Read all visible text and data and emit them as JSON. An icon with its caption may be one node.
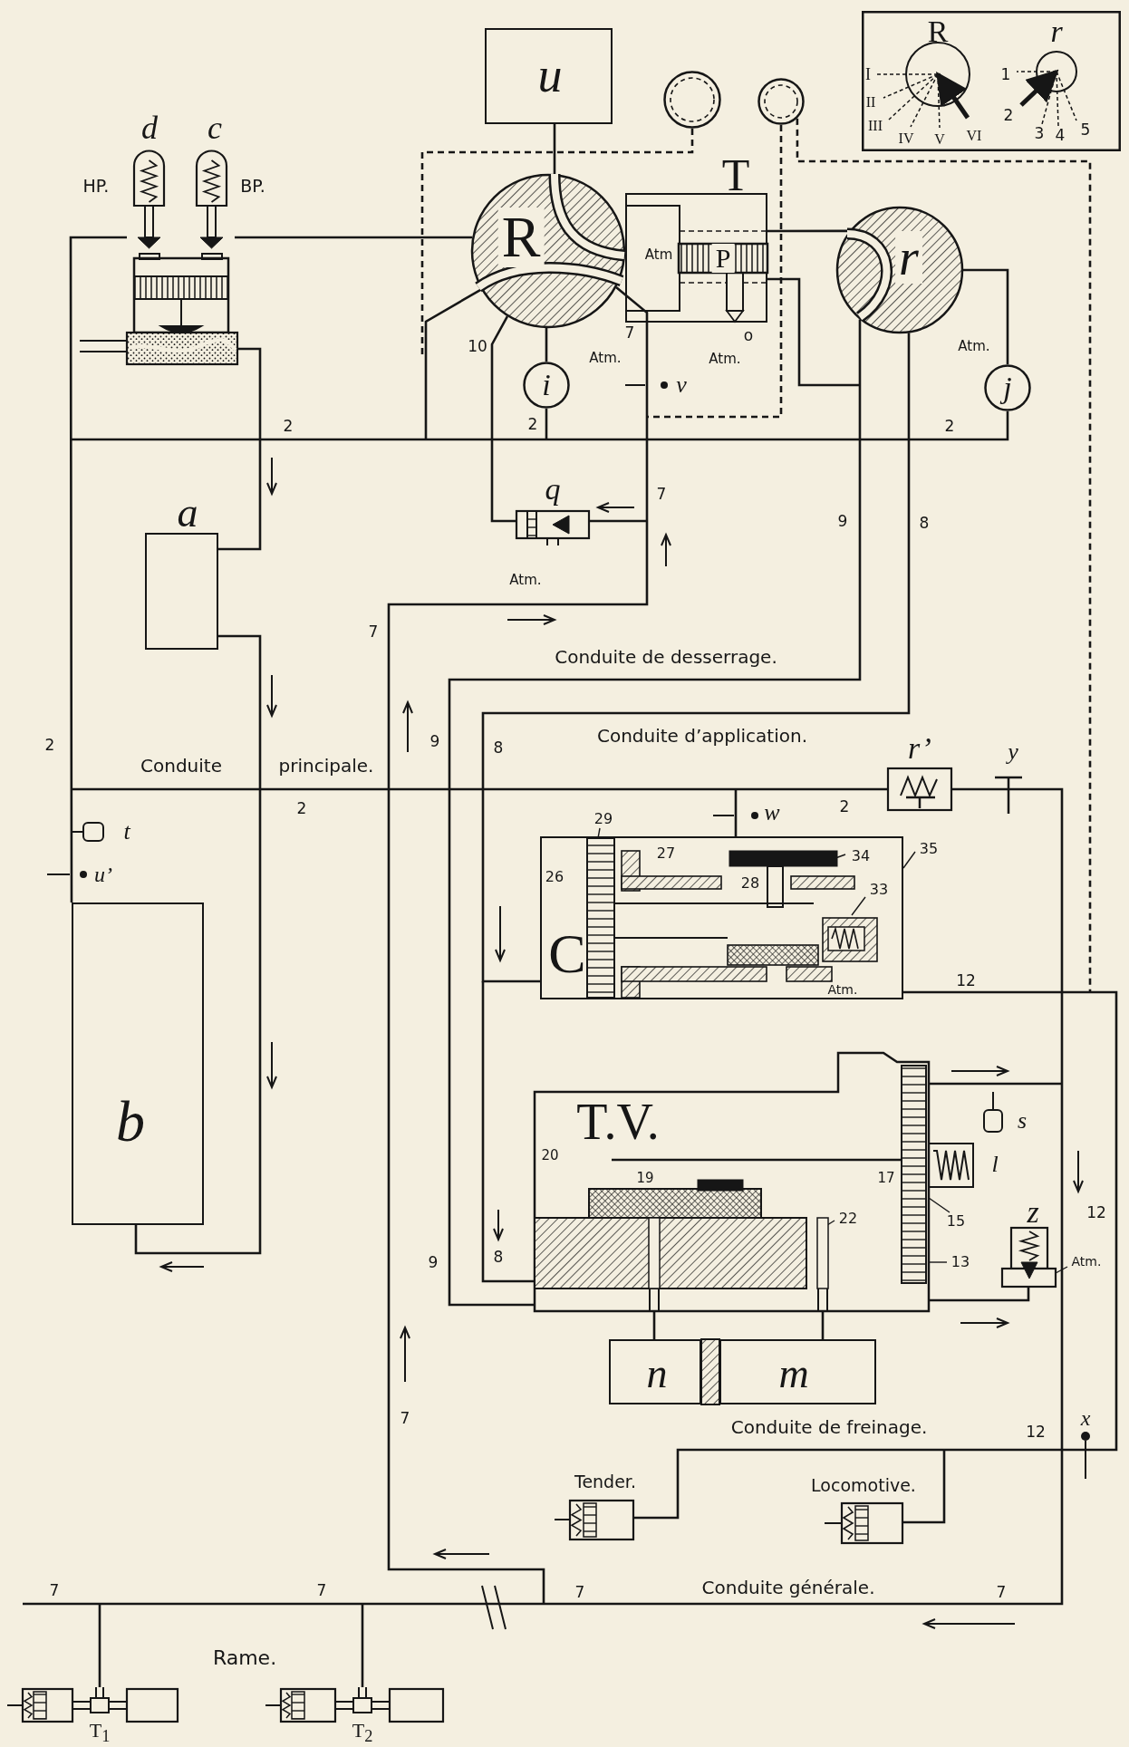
{
  "diagram": {
    "nodes": [
      {
        "text": [],
        "shape": "box"
      },
      {
        "text": [
          "R"
        ],
        "in": 0
      },
      {
        "text": [
          "r"
        ],
        "in": 0
      },
      {
        "text": [
          "u"
        ]
      },
      {
        "text": [],
        "shape": "circle"
      },
      {
        "text": [],
        "shape": "circle"
      },
      {
        "text": [
          "d"
        ],
        "beside": [
          "HP."
        ]
      },
      {
        "text": [
          "c"
        ],
        "beside": [
          "BP."
        ]
      },
      {
        "text": [],
        "shape": "box"
      },
      {
        "text": [
          "R"
        ]
      },
      {
        "text": [
          "T"
        ]
      },
      {
        "text": [
          "P"
        ],
        "in": 10
      },
      {
        "text": [
          "r"
        ]
      },
      {
        "text": [
          "i"
        ]
      },
      {
        "text": [
          "j"
        ]
      },
      {
        "text": [
          "q"
        ]
      },
      {
        "text": [
          "a"
        ]
      },
      {
        "text": [
          "b"
        ]
      },
      {
        "text": [
          "r’"
        ]
      },
      {
        "text": [
          "C"
        ]
      },
      {
        "text": [
          "T.V."
        ]
      },
      {
        "text": [
          "n"
        ]
      },
      {
        "text": [
          "m"
        ]
      },
      {
        "text": [
          "z"
        ]
      },
      {
        "text": [
          "Tender."
        ]
      },
      {
        "text": [
          "Locomotive."
        ]
      },
      {
        "text": [
          "T$_{1}$"
        ]
      },
      {
        "text": [
          "T$_{2}$"
        ]
      },
      {
        "text": [
          "29"
        ]
      },
      {
        "text": [
          "34"
        ],
        "in": 19
      },
      {
        "text": [
          "35"
        ]
      },
      {
        "text": [
          "33"
        ],
        "in": 19
      },
      {
        "text": [
          "22"
        ],
        "in": 20
      },
      {
        "text": [
          "15"
        ]
      },
      {
        "text": [
          "13"
        ]
      },
      {
        "text": [
          "Atm."
        ]
      }
    ],
    "edges": [
      {
        "from": 7,
        "to": 9,
        "arrow": "none"
      },
      {
        "from": 6,
        "to": 17,
        "arrow": "none"
      },
      {
        "from": 8,
        "to": 16,
        "arrow": "none"
      },
      {
        "from": 16,
        "to": 17,
        "arrow": "none"
      },
      {
        "from": null,
        "to": 18,
        "arrow": "none"
      },
      {
        "from": 18,
        "to": null,
        "arrow": "none"
      },
      {
        "from": 9,
        "to": 13,
        "arrow": "none"
      },
      {
        "from": 13,
        "to": null,
        "arrow": "none"
      },
      {
        "from": 9,
        "to": 15,
        "arrow": "none"
      },
      {
        "from": 9,
        "to": null,
        "arrow": "none"
      },
      {
        "from": null,
        "to": 15,
        "arrow": "none"
      },
      {
        "from": 3,
        "to": 9,
        "arrow": "none"
      },
      {
        "from": 10,
        "to": 12,
        "arrow": "none"
      },
      {
        "from": 10,
        "to": null,
        "arrow": "none"
      },
      {
        "from": 12,
        "to": 14,
        "arrow": "none"
      },
      {
        "from": 14,
        "to": null,
        "arrow": "none"
      },
      {
        "from": 12,
        "to": 20,
        "arrow": "none"
      },
      {
        "from": 12,
        "to": 19,
        "arrow": "none"
      },
      {
        "from": null,
        "to": 20,
        "arrow": "none"
      },
      {
        "from": null,
        "to": 19,
        "arrow": "none"
      },
      {
        "from": 20,
        "to": 21,
        "arrow": "none"
      },
      {
        "from": 20,
        "to": 22,
        "arrow": "none"
      },
      {
        "from": 20,
        "to": 23,
        "arrow": "none"
      },
      {
        "from": 19,
        "to": 24,
        "arrow": "none"
      },
      {
        "from": null,
        "to": 25,
        "arrow": "none"
      },
      {
        "from": null,
        "to": 26,
        "arrow": "none"
      },
      {
        "from": null,
        "to": 27,
        "arrow": "none"
      },
      {
        "from": 4,
        "to": null,
        "arrow": "none",
        "style": "dashed"
      },
      {
        "from": 5,
        "to": null,
        "arrow": "none",
        "style": "dashed"
      },
      {
        "from": 5,
        "to": null,
        "arrow": "none",
        "style": "dashed"
      },
      {
        "from": 28,
        "to": null,
        "arrow": "none"
      },
      {
        "from": 29,
        "to": null,
        "arrow": "none"
      },
      {
        "from": 30,
        "to": 19,
        "arrow": "none"
      },
      {
        "from": 31,
        "to": null,
        "arrow": "none"
      },
      {
        "from": 32,
        "to": null,
        "arrow": "none"
      },
      {
        "from": 33,
        "to": 20,
        "arrow": "none"
      },
      {
        "from": 34,
        "to": 20,
        "arrow": "none"
      },
      {
        "from": 35,
        "to": 23,
        "arrow": "none"
      },
      {
        "from": 9,
        "to": null,
        "arrow": "none"
      },
      {
        "from": 20,
        "to": null,
        "arrow": "none"
      }
    ],
    "labels": [
      "I",
      "1",
      "II",
      "2",
      "III",
      "IV",
      "V",
      "VI",
      "3",
      "4",
      "5",
      "Atm",
      "10",
      "Atm.",
      "7",
      "Atm.",
      "o",
      "Atm.",
      "v",
      "2",
      "2",
      "2",
      "7",
      "9",
      "8",
      "Atm.",
      "7",
      "Conduite de desserrage.",
      "2",
      "9",
      "8",
      "Conduite d’application.",
      "y",
      "Conduite",
      "principale.",
      "2",
      "w",
      "2",
      "t",
      "u’",
      "26",
      "27",
      "28",
      "Atm.",
      "12",
      "s",
      "20",
      "19",
      "17",
      "l",
      "12",
      "9",
      "8",
      "7",
      "Conduite de freinage.",
      "12",
      "x",
      "7",
      "7",
      "7",
      "Conduite générale.",
      "7",
      "Rame."
    ]
  }
}
